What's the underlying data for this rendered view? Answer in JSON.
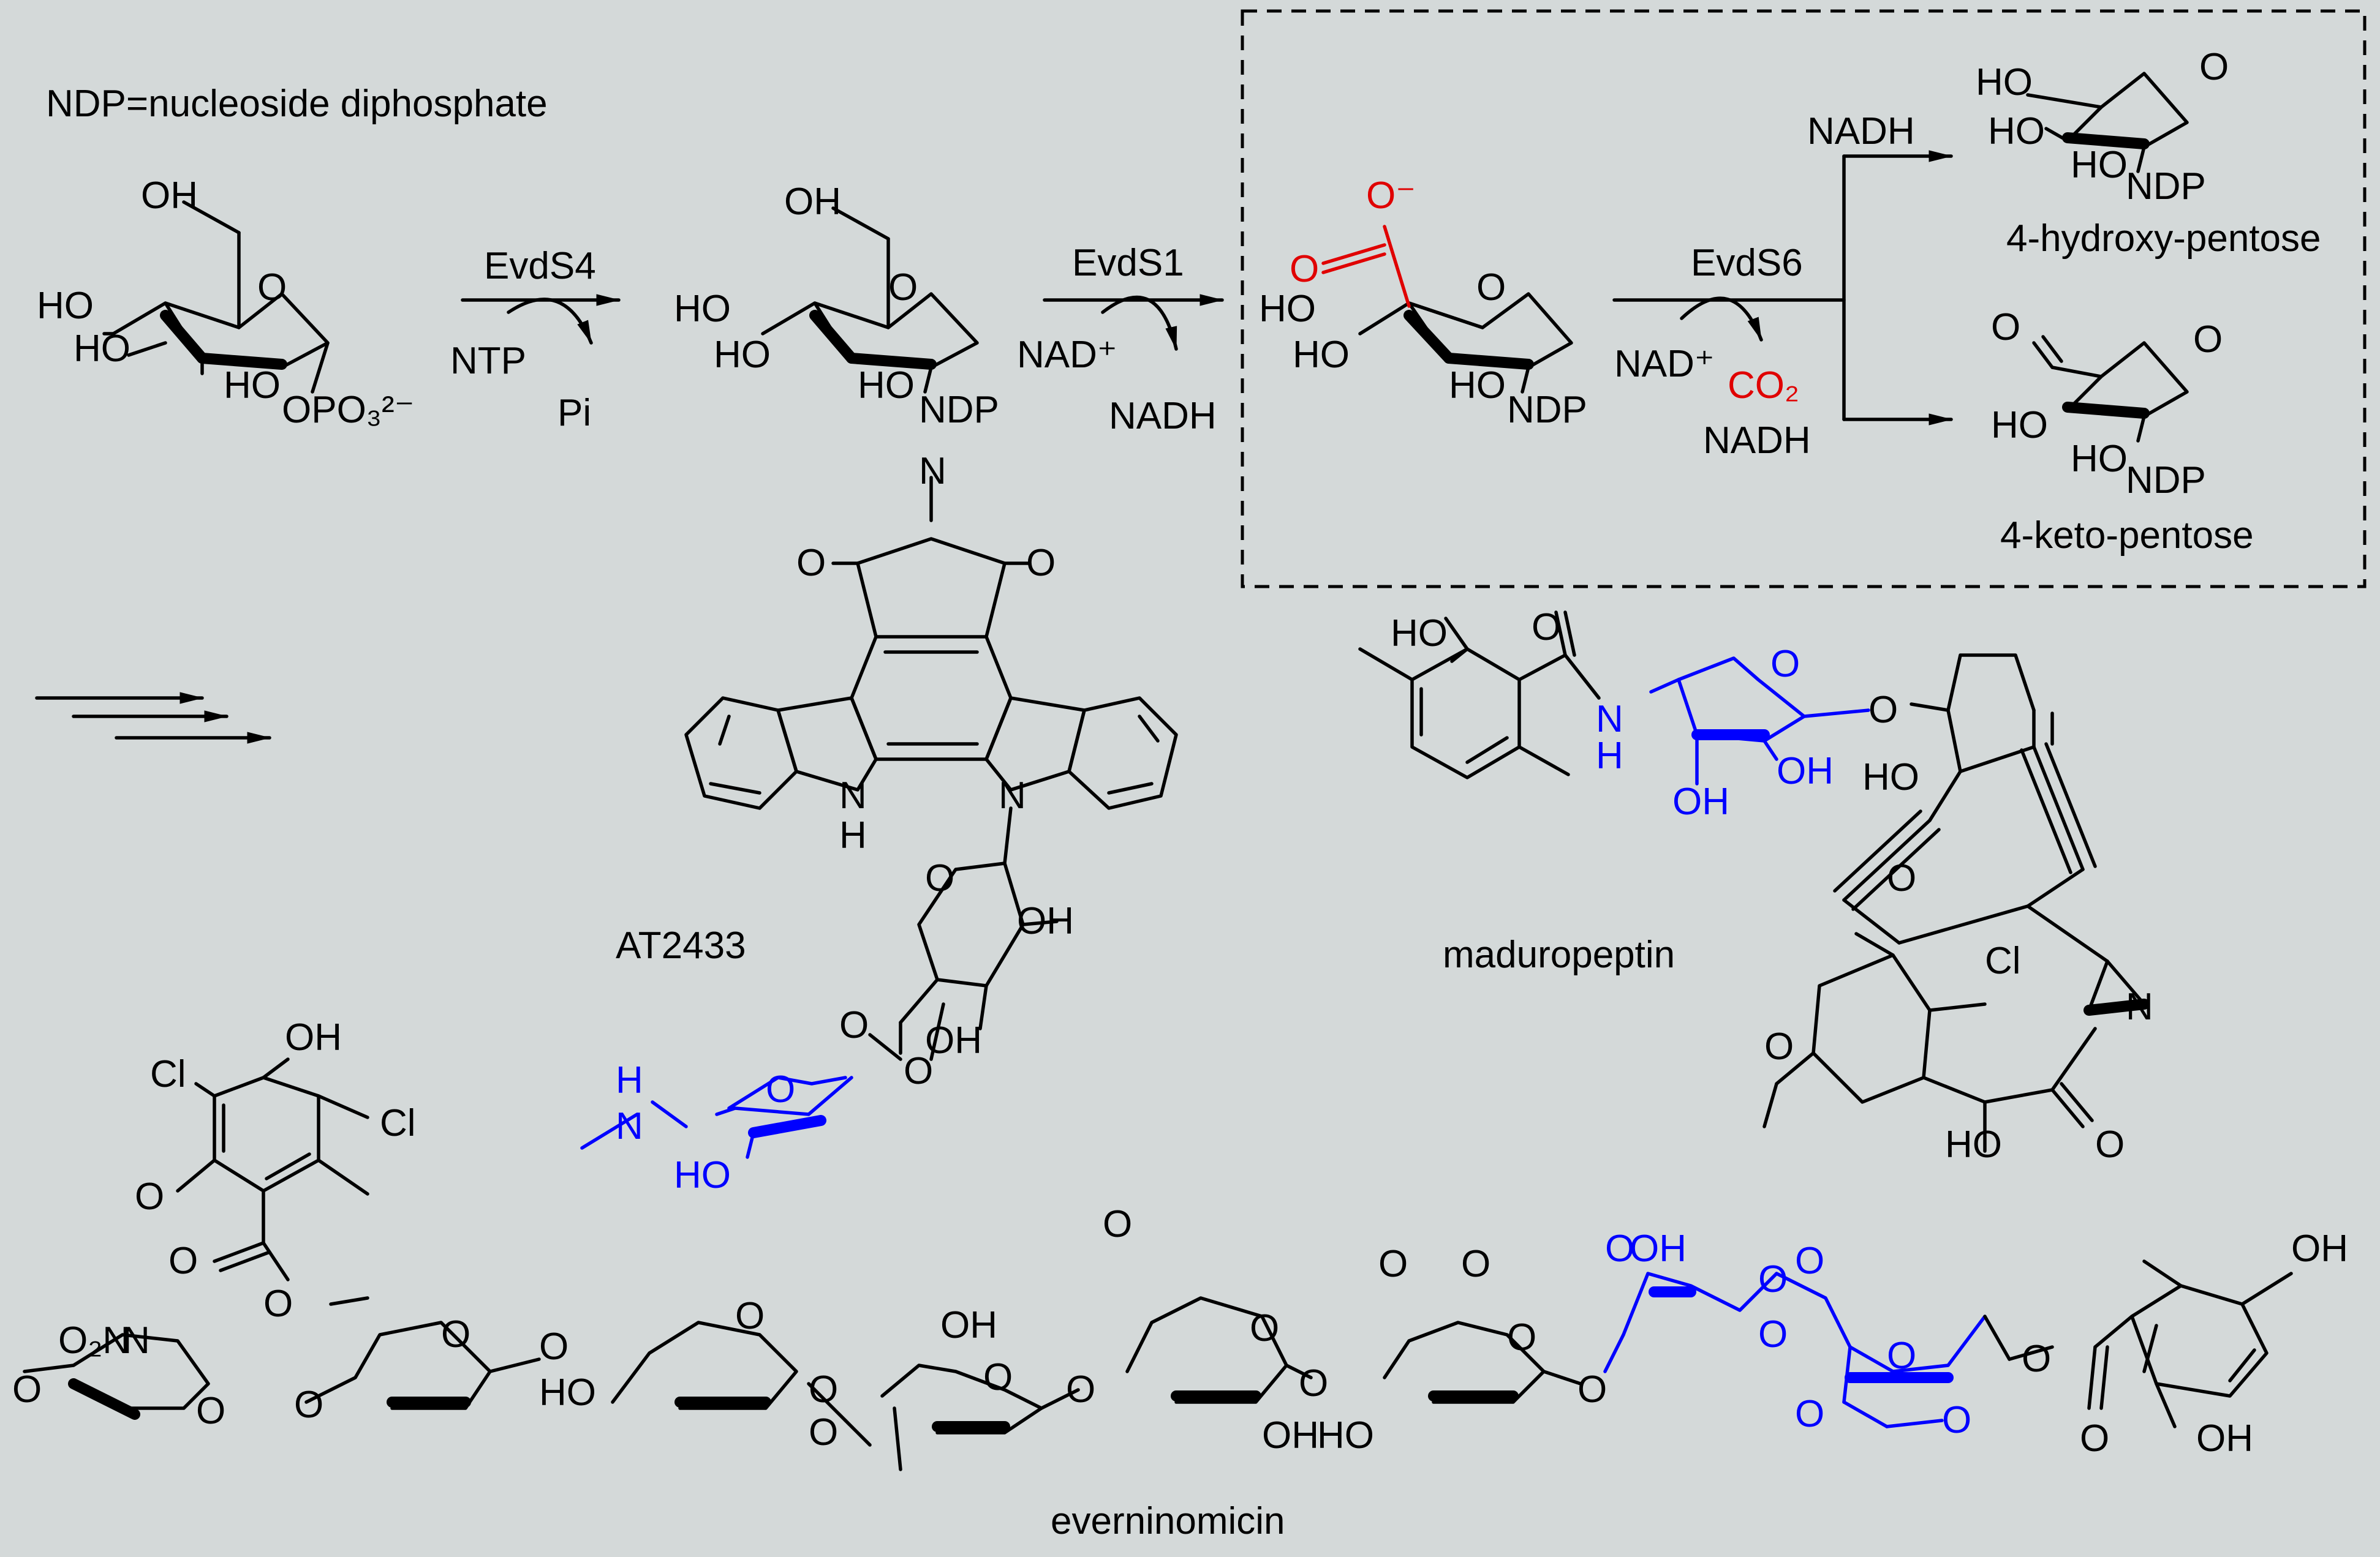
{
  "diagram": {
    "note": "NDP=nucleoside diphosphate",
    "steps": [
      {
        "enzyme": "EvdS4",
        "cosubstrate": "NTP",
        "coproduct": "Pi"
      },
      {
        "enzyme": "EvdS1",
        "cosubstrate": "NAD⁺",
        "coproduct": "NADH"
      },
      {
        "enzyme": "EvdS6",
        "cosubstrate": "NAD⁺",
        "coproduct": "NADH",
        "released": "CO₂"
      }
    ],
    "branch_reagent": "NADH",
    "products": [
      {
        "label": "4-hydroxy-pentose"
      },
      {
        "label": "4-keto-pentose"
      }
    ],
    "natural_products": [
      {
        "label": "AT2433"
      },
      {
        "label": "maduropeptin"
      },
      {
        "label": "everninomicin"
      }
    ],
    "atoms": {
      "OH": "OH",
      "HO": "HO",
      "O": "O",
      "N": "N",
      "H": "H",
      "Cl": "Cl",
      "NDP": "NDP",
      "OPO3": "OPO₃²⁻",
      "NO2": "O₂N",
      "CO2": "CO₂",
      "carboxylate": "O⁻"
    },
    "colors": {
      "highlight_sugar": "#0000ff",
      "decarboxylation": "#e00000",
      "background": "#d4d9d9"
    }
  }
}
